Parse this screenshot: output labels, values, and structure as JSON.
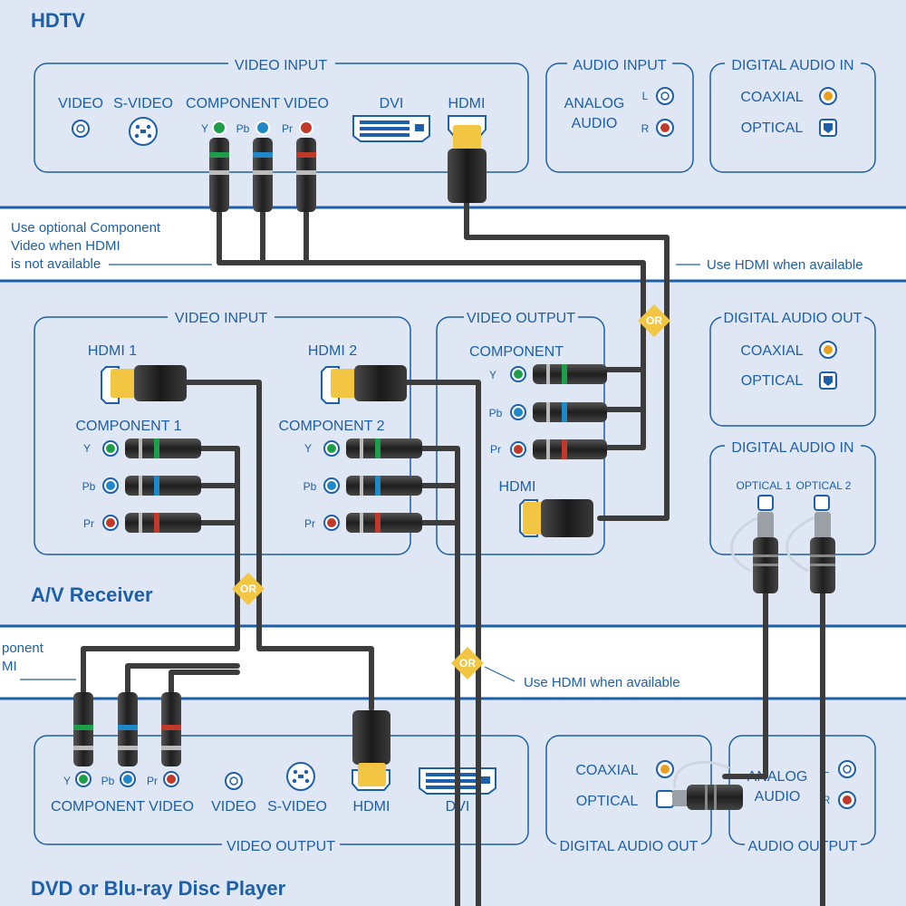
{
  "colors": {
    "panel": "#dfe7f5",
    "accent": "#1d5fa8",
    "cable": "#3a3a3a",
    "gold": "#f2c542",
    "orange": "#e8a020",
    "red": "#c0392b",
    "green": "#1f9e4a",
    "blue": "#1e88c8"
  },
  "hdtv": {
    "title": "HDTV",
    "video_input": {
      "title": "VIDEO INPUT",
      "video": "VIDEO",
      "svideo": "S-VIDEO",
      "component": "COMPONENT VIDEO",
      "dvi": "DVI",
      "hdmi": "HDMI",
      "y": "Y",
      "pb": "Pb",
      "pr": "Pr"
    },
    "audio_input": {
      "title": "AUDIO INPUT",
      "analog1": "ANALOG",
      "analog2": "AUDIO",
      "l": "L",
      "r": "R"
    },
    "digital_audio_in": {
      "title": "DIGITAL AUDIO IN",
      "coaxial": "COAXIAL",
      "optical": "OPTICAL"
    }
  },
  "notes": {
    "component_line1": "Use optional Component",
    "component_line2": "Video when HDMI",
    "component_line3": "is not available",
    "hdmi_top": "Use HDMI when available",
    "component_cut_line1": "ponent",
    "component_cut_line2": "MI",
    "hdmi_bottom": "Use HDMI when available",
    "or": "OR"
  },
  "receiver": {
    "title": "A/V Receiver",
    "video_input": {
      "title": "VIDEO INPUT",
      "hdmi1": "HDMI 1",
      "hdmi2": "HDMI 2",
      "component1": "COMPONENT 1",
      "component2": "COMPONENT 2",
      "y": "Y",
      "pb": "Pb",
      "pr": "Pr"
    },
    "video_output": {
      "title": "VIDEO OUTPUT",
      "component": "COMPONENT",
      "hdmi": "HDMI",
      "y": "Y",
      "pb": "Pb",
      "pr": "Pr"
    },
    "digital_audio_out": {
      "title": "DIGITAL AUDIO OUT",
      "coaxial": "COAXIAL",
      "optical": "OPTICAL"
    },
    "digital_audio_in": {
      "title": "DIGITAL AUDIO IN",
      "optical1": "OPTICAL 1",
      "optical2": "OPTICAL 2"
    }
  },
  "player": {
    "title": "DVD or Blu-ray Disc Player",
    "video_output": {
      "title": "VIDEO OUTPUT",
      "component": "COMPONENT VIDEO",
      "video": "VIDEO",
      "svideo": "S-VIDEO",
      "hdmi": "HDMI",
      "dvi": "DVI",
      "y": "Y",
      "pb": "Pb",
      "pr": "Pr"
    },
    "digital_audio_out": {
      "title": "DIGITAL AUDIO OUT",
      "coaxial": "COAXIAL",
      "optical": "OPTICAL"
    },
    "audio_output": {
      "title": "AUDIO OUTPUT",
      "analog1": "ANALOG",
      "analog2": "AUDIO",
      "l": "L",
      "r": "R"
    }
  }
}
